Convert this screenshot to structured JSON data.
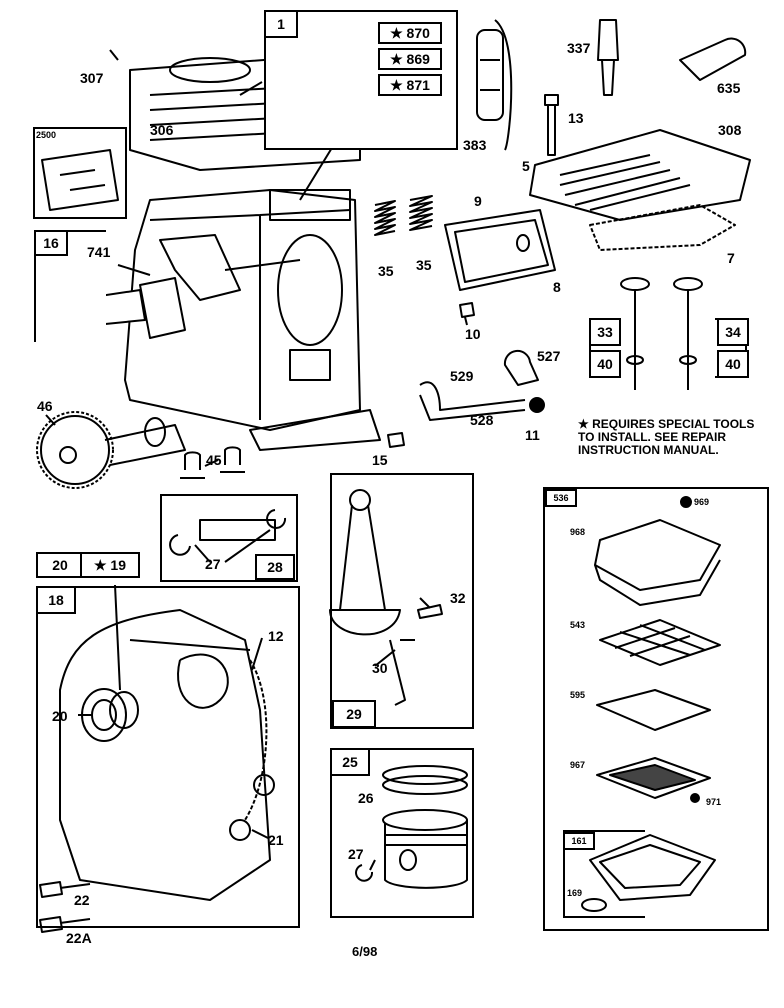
{
  "page_code": "6/98",
  "note": {
    "star": "★",
    "line1": "REQUIRES SPECIAL TOOLS",
    "line2": "TO INSTALL.  SEE REPAIR",
    "line3": "INSTRUCTION MANUAL."
  },
  "kit_boxes": {
    "cylinder_kit": "1",
    "star_870": "★ 870",
    "star_869": "★ 869",
    "star_871": "★ 871",
    "crank_kit": "16",
    "valve_33": "33",
    "valve_34": "34",
    "retainer_40a": "40",
    "retainer_40b": "40",
    "pin_kit": "28",
    "sump_20": "20",
    "seal_19": "★ 19",
    "sump_kit": "18",
    "rod_kit": "29",
    "piston_kit": "25",
    "filter_kit": "536",
    "base_kit": "161",
    "engine_inset": "2500"
  },
  "part_labels": {
    "p307": "307",
    "p306": "306",
    "p383": "383",
    "p337": "337",
    "p635": "635",
    "p13": "13",
    "p308": "308",
    "p5": "5",
    "p7": "7",
    "p9": "9",
    "p8": "8",
    "p35a": "35",
    "p35b": "35",
    "p741": "741",
    "p10": "10",
    "p529": "529",
    "p527": "527",
    "p528": "528",
    "p11": "11",
    "p46": "46",
    "p45": "45",
    "p15": "15",
    "p27a": "27",
    "p32": "32",
    "p30": "30",
    "p12": "12",
    "p20": "20",
    "p21": "21",
    "p22": "22",
    "p22a": "22A",
    "p26": "26",
    "p27b": "27",
    "p968": "968",
    "p969": "969",
    "p543": "543",
    "p595": "595",
    "p967": "967",
    "p971": "971",
    "p169": "169"
  }
}
